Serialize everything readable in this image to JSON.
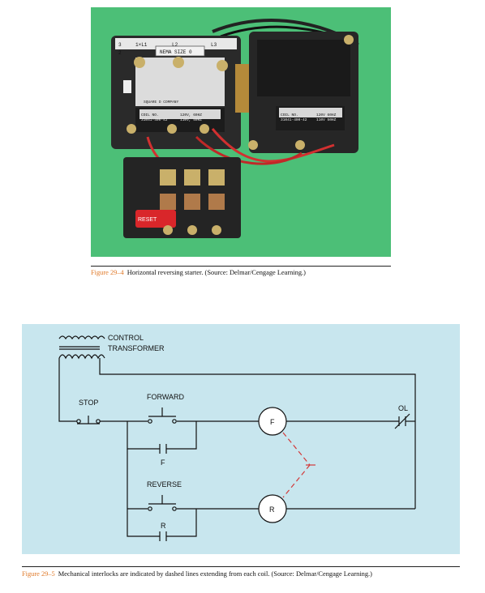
{
  "figure_29_4": {
    "number": "Figure 29–4",
    "caption": "Horizontal reversing starter. (Source: Delmar/Cengage Learning.)",
    "photo_labels": {
      "terminal_3": "3",
      "terminal_2": "2",
      "terminal_l1": "1×L1",
      "terminal_l2": "L2",
      "terminal_l3": "L3",
      "nema": "NEMA SIZE 0",
      "coil_no_left": "COIL NO.",
      "coil_code_left": "31041-400-42",
      "coil_v1_left": "120V, 60HZ",
      "coil_v2_left": "110V, 50HZ",
      "coil_no_right": "COIL NO.",
      "coil_code_right": "31041-400-42",
      "coil_v1_right": "120V 60HZ",
      "coil_v2_right": "110V 50HZ",
      "brand": "SQUARE D COMPANY",
      "reset": "RESET"
    }
  },
  "figure_29_5": {
    "number": "Figure 29–5",
    "caption": "Mechanical interlocks are indicated by dashed lines extending from each coil. (Source: Delmar/Cengage Learning.)",
    "labels": {
      "control": "CONTROL",
      "transformer": "TRANSFORMER",
      "stop": "STOP",
      "forward": "FORWARD",
      "reverse": "REVERSE",
      "coil_f": "F",
      "coil_r": "R",
      "contact_f": "F",
      "contact_r": "R",
      "ol": "OL"
    }
  },
  "colors": {
    "photo_bg": "#4cbf77",
    "diagram_bg": "#c8e6ee",
    "figure_number": "#e07a2a",
    "interlock": "#d23a3a"
  }
}
